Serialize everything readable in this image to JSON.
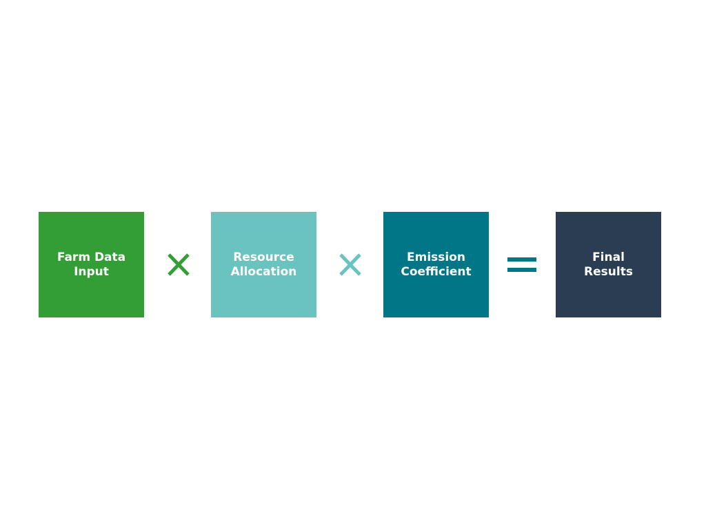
{
  "steps": [
    {
      "label": "Farm Data\nInput",
      "color": "#339e35"
    },
    {
      "label": "Resource\nAllocation",
      "color": "#6bc3c0"
    },
    {
      "label": "Emission\nCoefficient",
      "color": "#007687"
    },
    {
      "label": "Final\nResults",
      "color": "#2a3d52"
    }
  ],
  "operators": [
    {
      "symbol": "multiply",
      "icon": "multiply-icon",
      "color": "#339e35"
    },
    {
      "symbol": "multiply",
      "icon": "multiply-icon",
      "color": "#6bc3c0"
    },
    {
      "symbol": "equals",
      "icon": "equals-icon",
      "color": "#007687"
    }
  ]
}
